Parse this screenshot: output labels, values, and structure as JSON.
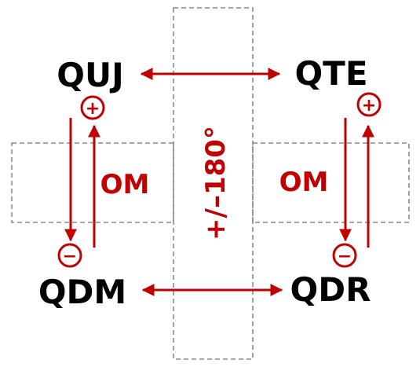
{
  "nodes": {
    "top_left": "QUJ",
    "top_right": "QTE",
    "bottom_left": "QDM",
    "bottom_right": "QDR"
  },
  "labels": {
    "left_band": "OM",
    "right_band": "OM",
    "vertical_band": "+/–180°"
  },
  "signs": {
    "plus": "+",
    "minus": "−"
  },
  "colors": {
    "accent": "#c00000",
    "text": "#000000",
    "dashed": "#8a8a8a"
  }
}
